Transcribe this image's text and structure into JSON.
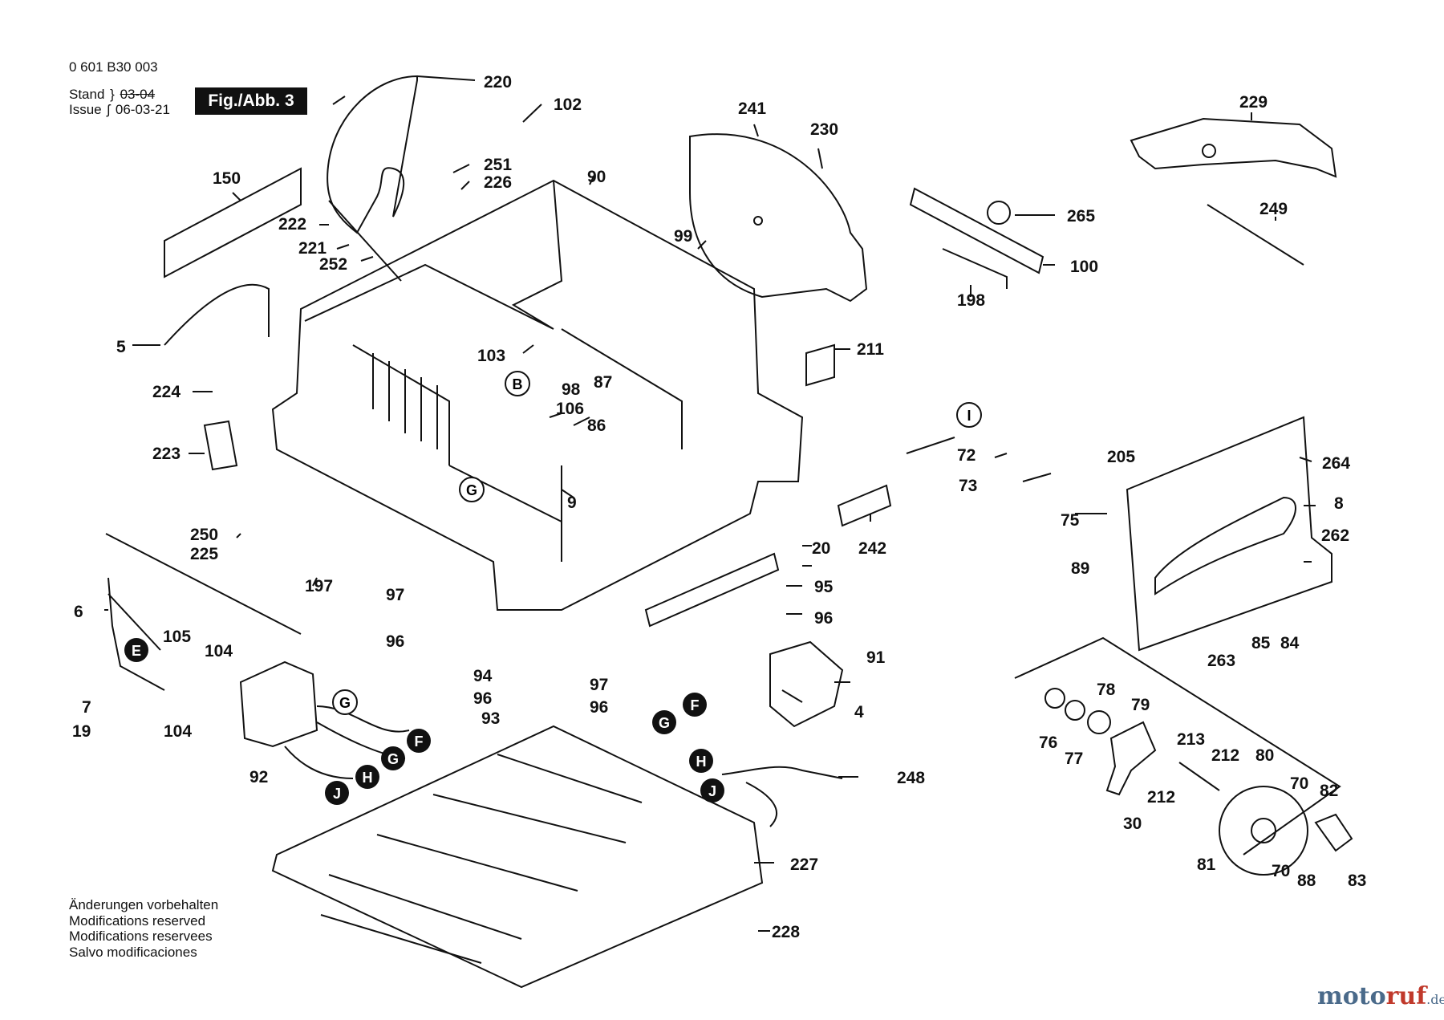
{
  "header": {
    "doc_number": "0 601 B30 003",
    "stand_label": "Stand",
    "stand_value": "03-04",
    "issue_label": "Issue",
    "issue_value": "06-03-21",
    "figure_label": "Fig./Abb. 3"
  },
  "notes": [
    "Änderungen vorbehalten",
    "Modifications reserved",
    "Modifications reservees",
    "Salvo modificaciones"
  ],
  "brand": {
    "name_a": "moto",
    "name_b": "ruf",
    "tld": ".de"
  },
  "part_labels": [
    "220",
    "102",
    "241",
    "230",
    "229",
    "150",
    "251",
    "226",
    "90",
    "222",
    "221",
    "252",
    "99",
    "265",
    "249",
    "100",
    "198",
    "5",
    "103",
    "98",
    "87",
    "211",
    "224",
    "106",
    "86",
    "72",
    "205",
    "264",
    "223",
    "73",
    "75",
    "8",
    "9",
    "20",
    "242",
    "262",
    "250",
    "225",
    "89",
    "197",
    "97",
    "96",
    "95",
    "96",
    "6",
    "105",
    "104",
    "94",
    "91",
    "263",
    "85",
    "84",
    "78",
    "79",
    "7",
    "104",
    "96",
    "97",
    "96",
    "93",
    "4",
    "213",
    "212",
    "80",
    "76",
    "77",
    "70",
    "82",
    "19",
    "92",
    "212",
    "248",
    "30",
    "81",
    "70",
    "88",
    "83",
    "227",
    "228"
  ],
  "circle_markers": [
    "B",
    "G",
    "E",
    "F",
    "G",
    "F",
    "G",
    "H",
    "J",
    "H",
    "J",
    "I",
    "G"
  ],
  "colors": {
    "line": "#111111",
    "brand_blue": "#4a6a8a",
    "brand_red": "#c0392b"
  }
}
